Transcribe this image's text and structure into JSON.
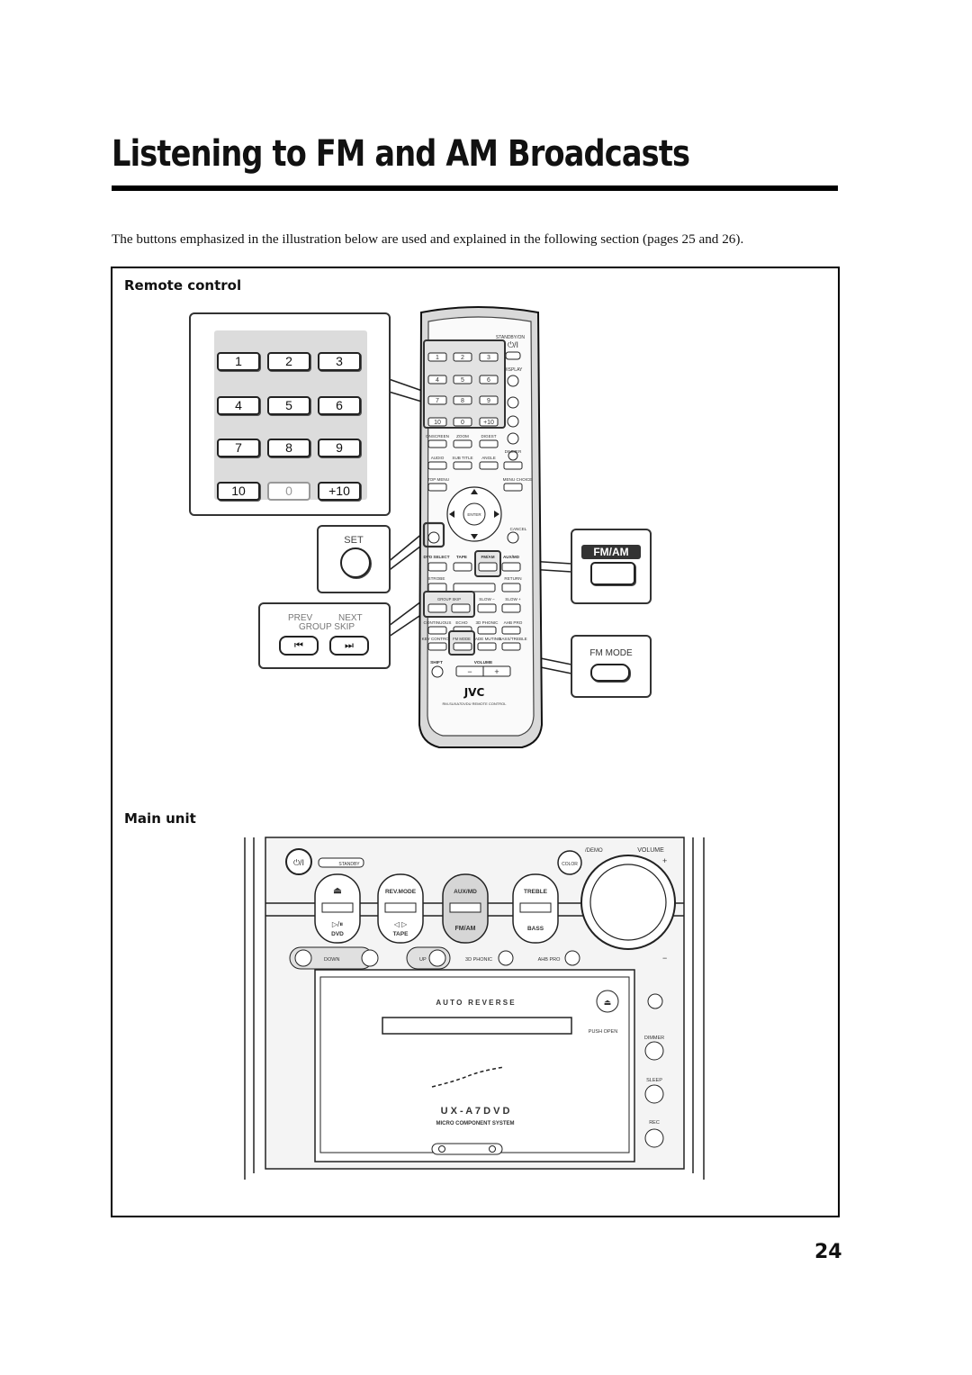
{
  "page": {
    "title": "Listening to FM and AM Broadcasts",
    "intro": "The buttons emphasized in the illustration below are used and explained in the following section (pages 25 and 26).",
    "page_number": "24"
  },
  "remote_section": {
    "label": "Remote control",
    "keypad": [
      "1",
      "2",
      "3",
      "4",
      "5",
      "6",
      "7",
      "8",
      "9",
      "10",
      "0",
      "+10"
    ],
    "set_label": "SET",
    "prev_label": "PREV",
    "next_label": "NEXT",
    "group_skip_label": "GROUP SKIP",
    "fm_am_label": "FM/AM",
    "fm_mode_label": "FM MODE",
    "remote": {
      "standby_label": "STANDBY/ON",
      "display_label": "DISPLAY",
      "row_a": [
        "ONSCREEN",
        "ZOOM",
        "DIGEST"
      ],
      "row_b": [
        "AUDIO",
        "SUB TITLE",
        "ANGLE"
      ],
      "top_menu": "TOP MENU",
      "menu_choice": "MENU CHOICE",
      "enter": "ENTER",
      "cancel": "CANCEL",
      "dvd_select": "DVD SELECT",
      "tape": "TAPE",
      "aux_md": "AUX/MD",
      "strobe": "STROBE",
      "return_label": "RETURN",
      "slow_minus": "SLOW −",
      "slow_plus": "SLOW +",
      "continuous": "CONTINUOUS",
      "echo": "ECHO",
      "phonic": "3D PHONIC",
      "ahb_pro": "AHB PRO",
      "key_control": "KEY CONTROL",
      "fade_muting": "FADE MUTING",
      "bass_treble": "BASS/TREBLE",
      "dimmer": "DIMMER",
      "shift": "SHIFT",
      "volume": "VOLUME",
      "brand": "JVC",
      "model": "RM-SUXA7DVDU REMOTE CONTROL"
    }
  },
  "main_section": {
    "label": "Main unit",
    "standby": "STANDBY",
    "color": "COLOR",
    "demo": "/DEMO",
    "volume": "VOLUME",
    "rev_mode": "REV.MODE",
    "aux_md": "AUX/MD",
    "treble": "TREBLE",
    "dvd": "DVD",
    "tape": "TAPE",
    "fm_am": "FM/AM",
    "bass": "BASS",
    "down": "DOWN",
    "up": "UP",
    "phonic": "3D PHONIC",
    "ahb_pro": "AHB PRO",
    "auto_reverse": "A U T O   R E V E R S E",
    "push_open": "PUSH OPEN",
    "dimmer": "DIMMER",
    "sleep": "SLEEP",
    "rec": "REC",
    "model": "U X - A 7 D V D",
    "subtitle": "MICRO COMPONENT SYSTEM"
  }
}
